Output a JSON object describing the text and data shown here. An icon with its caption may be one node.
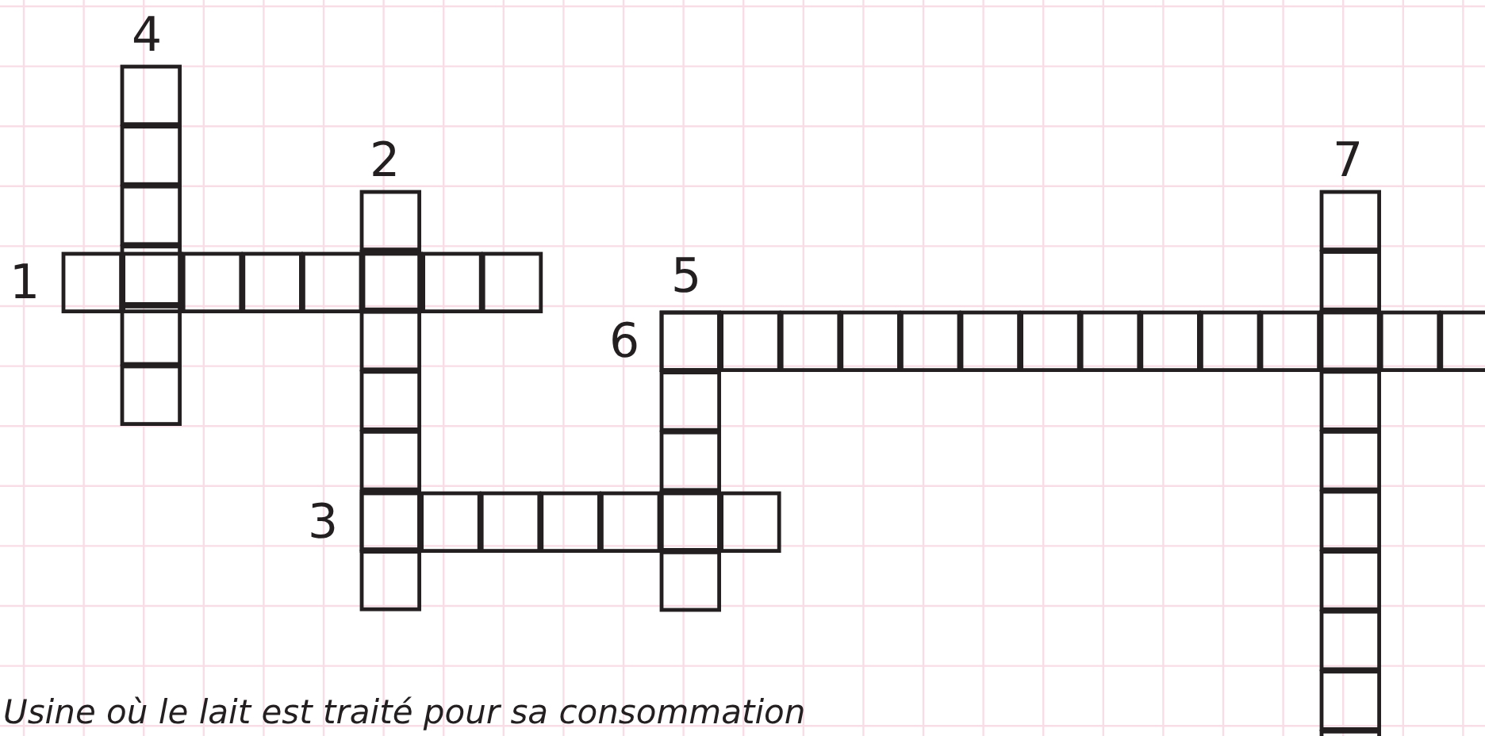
{
  "diagram": {
    "labels": [
      "4",
      "2",
      "7",
      "1",
      "5",
      "6",
      "3",
      "Usine où le lait est traité pour sa consommation"
    ]
  }
}
